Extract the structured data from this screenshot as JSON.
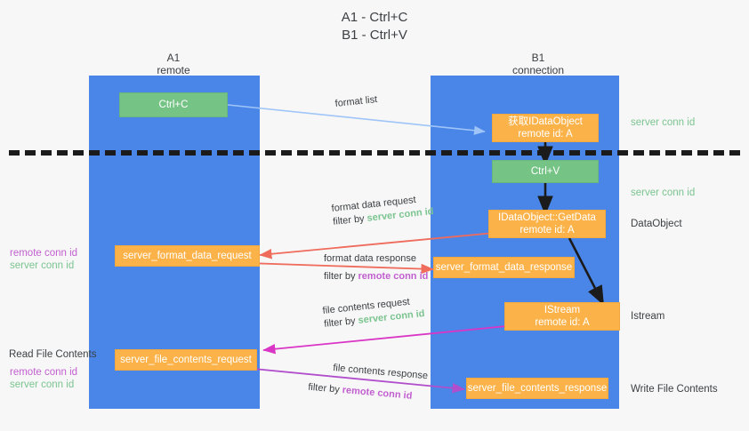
{
  "title": {
    "line1": "A1 - Ctrl+C",
    "line2": "B1 - Ctrl+V"
  },
  "columns": [
    {
      "name": "A1",
      "role": "remote"
    },
    {
      "name": "B1",
      "role": "connection"
    }
  ],
  "nodes": {
    "ctrl_c": {
      "label": "Ctrl+C"
    },
    "get_idataobject": {
      "line1": "获取IDataObject",
      "line2": "remote id: A"
    },
    "ctrl_v": {
      "label": "Ctrl+V"
    },
    "getdata": {
      "line1": "IDataObject::GetData",
      "line2": "remote id: A"
    },
    "server_format_data_request": {
      "label": "server_format_data_request"
    },
    "server_format_data_response": {
      "label": "server_format_data_response"
    },
    "istream": {
      "line1": "IStream",
      "line2": "remote id: A"
    },
    "server_file_contents_request": {
      "label": "server_file_contents_request"
    },
    "server_file_contents_response": {
      "label": "server_file_contents_response"
    }
  },
  "right_labels": {
    "server_conn_id_1": "server conn id",
    "server_conn_id_2": "server conn id",
    "dataobject": "DataObject",
    "istream": "Istream",
    "write_file_contents": "Write File Contents"
  },
  "left_labels": {
    "remote_conn_id_1": "remote conn id",
    "server_conn_id_1": "server conn id",
    "read_file_contents": "Read File Contents",
    "remote_conn_id_2": "remote conn id",
    "server_conn_id_2": "server conn id"
  },
  "edge_labels": {
    "format_list": "format list",
    "format_data_request": "format data request",
    "format_data_request_filter_prefix": "filter by ",
    "format_data_request_filter_key": "server conn id",
    "format_data_response": "format data response",
    "format_data_response_filter_prefix": "filter by ",
    "format_data_response_filter_key": "remote conn id",
    "file_contents_request": "file contents request",
    "file_contents_request_filter_prefix": "filter by ",
    "file_contents_request_filter_key": "server conn id",
    "file_contents_response": "file contents response",
    "file_contents_response_filter_prefix": "filter by ",
    "file_contents_response_filter_key": "remote conn id"
  },
  "colors": {
    "lane": "#4a86e8",
    "green_node": "#76c386",
    "orange_node": "#fbb249",
    "server_conn_id": "#7bc490",
    "remote_conn_id": "#c25fd0",
    "arrow_blue": "#9fc5f8",
    "arrow_red": "#ef6b5c",
    "arrow_magenta": "#d936c6",
    "arrow_purple": "#b14ecc",
    "arrow_black": "#1b1b1b",
    "divider": "#1b1b1b"
  }
}
